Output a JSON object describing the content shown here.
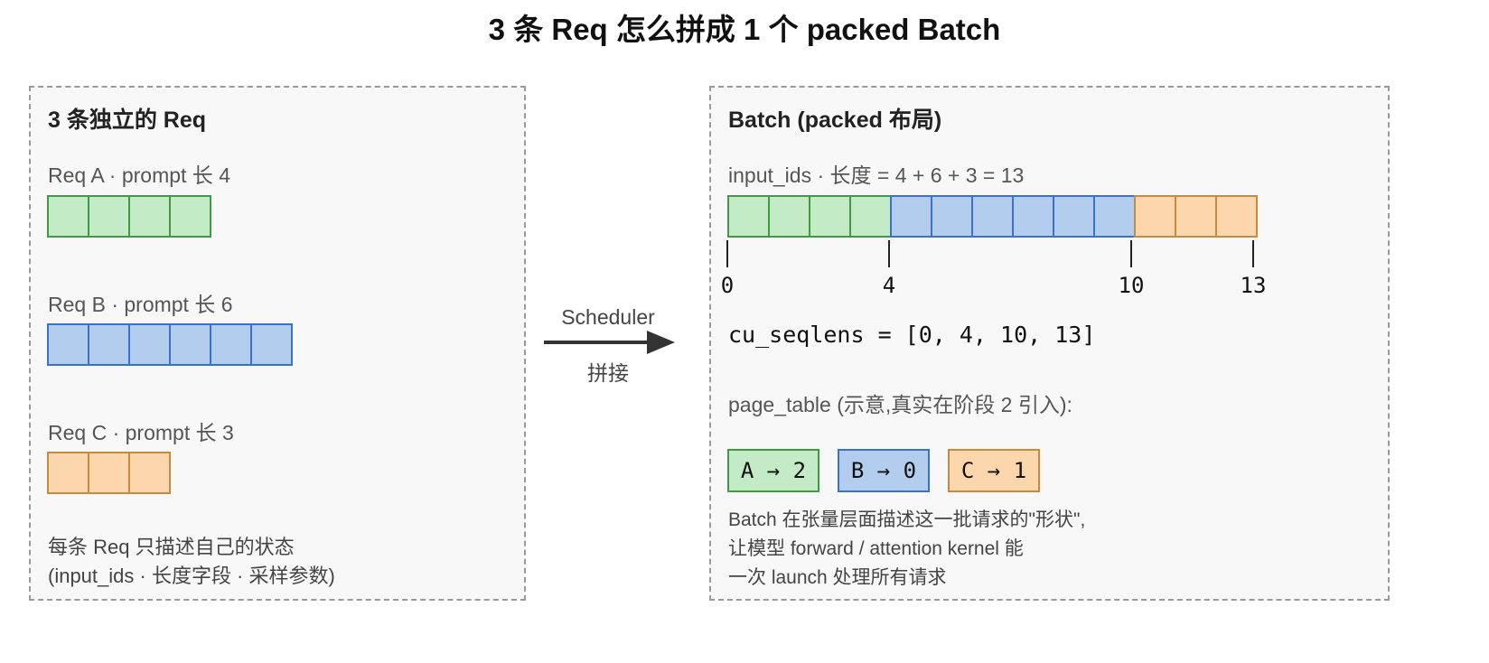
{
  "title": "3 条 Req 怎么拼成 1 个 packed Batch",
  "left_panel": {
    "title": "3 条独立的 Req",
    "requests": [
      {
        "label": "Req A · prompt 长 4",
        "length": 4,
        "color": "green"
      },
      {
        "label": "Req B · prompt 长 6",
        "length": 6,
        "color": "blue"
      },
      {
        "label": "Req C · prompt 长 3",
        "length": 3,
        "color": "orange"
      }
    ],
    "note": [
      "每条 Req 只描述自己的状态",
      "(input_ids · 长度字段 · 采样参数)"
    ]
  },
  "arrow": {
    "top_label": "Scheduler",
    "bottom_label": "拼接"
  },
  "right_panel": {
    "title": "Batch (packed 布局)",
    "input_ids_label": "input_ids · 长度 = 4 + 6 + 3 = 13",
    "segments": [
      {
        "length": 4,
        "color": "green"
      },
      {
        "length": 6,
        "color": "blue"
      },
      {
        "length": 3,
        "color": "orange"
      }
    ],
    "offsets": [
      "0",
      "4",
      "10",
      "13"
    ],
    "cu_seqlens": "cu_seqlens = [0, 4, 10, 13]",
    "page_table_label": "page_table (示意,真实在阶段 2 引入):",
    "page_table": [
      {
        "text": "A → 2",
        "color": "green"
      },
      {
        "text": "B → 0",
        "color": "blue"
      },
      {
        "text": "C → 1",
        "color": "orange"
      }
    ],
    "note": [
      "Batch 在张量层面描述这一批请求的\"形状\",",
      "让模型 forward / attention kernel 能",
      "一次 launch 处理所有请求"
    ]
  },
  "colors": {
    "green_fill": "#c3ebc5",
    "green_border": "#3f9a43",
    "blue_fill": "#b3cdee",
    "blue_border": "#3b70cc",
    "orange_fill": "#fcd6ad",
    "orange_border": "#c98a3e"
  }
}
